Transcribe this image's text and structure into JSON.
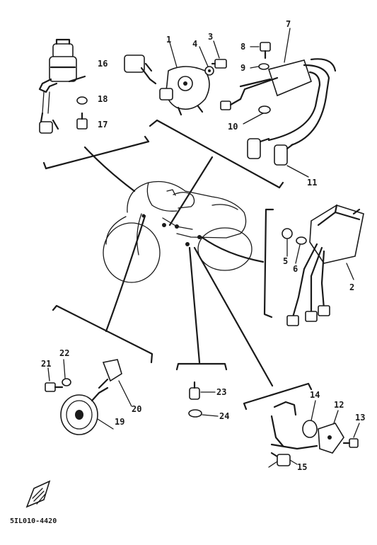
{
  "callouts": {
    "c1": "1",
    "c2": "2",
    "c3": "3",
    "c4": "4",
    "c5": "5",
    "c6": "6",
    "c7": "7",
    "c8": "8",
    "c9": "9",
    "c10": "10",
    "c11": "11",
    "c12": "12",
    "c13": "13",
    "c14": "14",
    "c15": "15",
    "c16": "16",
    "c17": "17",
    "c18": "18",
    "c19": "19",
    "c20": "20",
    "c21": "21",
    "c22": "22",
    "c23": "23",
    "c24": "24"
  },
  "footer": {
    "code": "5IL010-4420"
  },
  "colors": {
    "ink": "#1a1a1a",
    "paper": "#ffffff"
  }
}
